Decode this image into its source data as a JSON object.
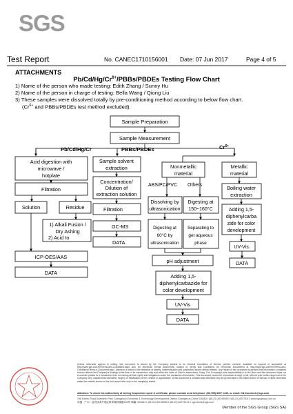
{
  "header": {
    "logo_text": "SGS",
    "title": "Test Report",
    "report_no": "No. CANEC1710156001",
    "date": "Date: 07 Jun 2017",
    "page": "Page 4 of 5"
  },
  "section_heading": "ATTACHMENTS",
  "chart_title_parts": {
    "pre": "Pb/Cd/Hg/Cr",
    "sup": "6+",
    "post": "/PBBs/PBDEs Testing Flow Chart"
  },
  "notes": {
    "n1": "1) Name of the person who made testing: Edith Zhang / Sunny Hu",
    "n2": "2) Name of the person in charge of testing: Bella Wang / Qiong Liu",
    "n3": "3) These samples were dissolved totally by pre-conditioning method according to below flow chart.",
    "n4_pre": "(Cr",
    "n4_sup": "6+",
    "n4_post": " and PBBs/PBDEs test method excluded)."
  },
  "flow": {
    "sample_prep": "Sample Preparation",
    "sample_meas": "Sample Measurement",
    "branch_metals": "Pb/Cd/Hg/Cr",
    "branch_pbb": "PBBs/PBDEs",
    "branch_cr": "Cr",
    "branch_cr_sup": "6+",
    "acid_1": "Acid digestion with",
    "acid_2": "microwave /",
    "acid_3": "hotplate",
    "filtration_1": "Filtration",
    "solution": "Solution",
    "residue": "Residue",
    "fusion_1": "1) Alkali Fusion /",
    "fusion_2": "Dry Ashing",
    "fusion_3": "2) Acid to",
    "icp": "ICP-OES/AAS",
    "data_1": "DATA",
    "solvent_1": "Sample solvent",
    "solvent_2": "extraction",
    "conc_1": "Concentration/",
    "conc_2": "Dilution of",
    "conc_3": "extraction solution",
    "filtration_2": "Filtration",
    "gcms": "GC-MS",
    "data_2": "DATA",
    "nonmet_1": "Nonmetallic",
    "nonmet_2": "material",
    "abs": "ABS/PC/PVC",
    "others": "Others",
    "dissolve_1": "Dissolving by",
    "dissolve_2": "ultrasonication",
    "digest150_1": "Digesting at",
    "digest150_2": "150~160°C",
    "digest60_1": "Digesting at",
    "digest60_2": "60°C by",
    "digest60_3": "ultrasonication",
    "separate_1": "Separating to",
    "separate_2": "get aqueous",
    "separate_3": "phase",
    "ph": "pH adjustment",
    "adding_1": "Adding 1,5-",
    "adding_2": "diphenylcarbazide for",
    "adding_3": "color development",
    "uvvis_1": "UV-Vis",
    "data_3": "DATA",
    "metal_1": "Metallic",
    "metal_2": "material",
    "boil_1": "Boiling water",
    "boil_2": "extraction",
    "madd_1": "Adding 1,5-",
    "madd_2": "diphenylcarba",
    "madd_3": "zide for color",
    "madd_4": "development",
    "uvvis_2": "UV-Vis.",
    "data_4": "DATA"
  },
  "fine_print": "Unless otherwise agreed in writing, this document is issued by the Company subject to its General Conditions of Service printed overleaf, available on request or accessible at http://www.sgs.com/en/Terms-and-Conditions.aspx and, for electronic format documents, subject to Terms and Conditions for Electronic Documents at http://www.sgs.com/en/Terms-and-Conditions/Terms-e-Document.aspx. Attention is drawn to the limitation of liability, indemnification and jurisdiction issues defined therein. Any holder of this document is advised that information contained hereon reflects the Company's findings at the time of its intervention only and within the limits of Client's instructions, if any. The Company's sole responsibility is to its Client and this document does not exonerate parties to a transaction from exercising all their rights and obligations under the transaction documents. This document cannot be reproduced except in full, without prior written approval of the Company. Any unauthorized alteration, forgery or falsification of the content or appearance of this document is unlawful and offenders may be prosecuted to the fullest extent of the law. Unless otherwise stated the results shown in this test report refer only to the sample(s) tested.",
  "fine_attention": "Attention: To check the authenticity of testing /inspection report & certificate, please contact us at telephone: (86-755) 8307 1443, or email: CN.Doccheck@sgs.com",
  "footer_address_en": "198 Kezhu Road,Scientech Park Guangzhou Economic & Technology Development District,Guangzhou,China   510663   t (86-20) 82155555   f (86-20) 82075113   www.sgsgroup.com.cn",
  "footer_address_cn": "中国 · 广州 · 经济技术开发区科学城科珠路198号   邮编: 510663   t (86-20) 82155555   f (86-20) 82075113   e sgs.china@sgs.com",
  "member": "Member of the SGS Group (SGS SA)",
  "colors": {
    "logo_gray": "#9a9a9a",
    "seal_red": "#c9534b"
  }
}
